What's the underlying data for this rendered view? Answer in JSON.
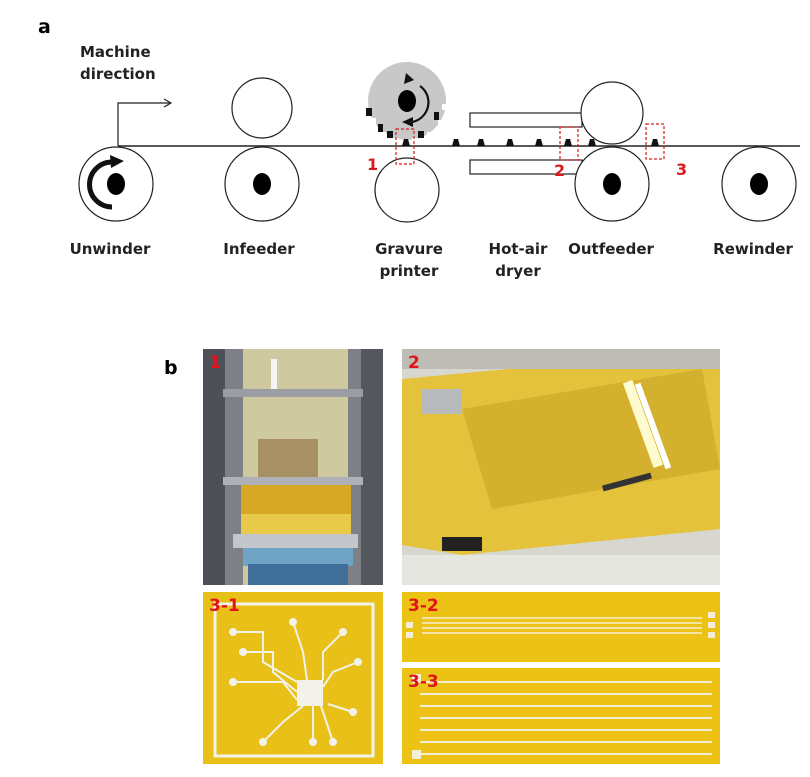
{
  "panel_a": {
    "letter": "a",
    "direction_label_line1": "Machine",
    "direction_label_line2": "direction",
    "stations": {
      "unwinder": "Unwinder",
      "infeeder": "Infeeder",
      "gravure_line1": "Gravure",
      "gravure_line2": "printer",
      "dryer_line1": "Hot-air",
      "dryer_line2": "dryer",
      "outfeeder": "Outfeeder",
      "rewinder": "Rewinder"
    },
    "markers": [
      "1",
      "2",
      "3"
    ]
  },
  "panel_b": {
    "letter": "b",
    "photos": [
      {
        "label": "1"
      },
      {
        "label": "2"
      },
      {
        "label": "3-1"
      },
      {
        "label": "3-2"
      },
      {
        "label": "3-3"
      }
    ]
  },
  "colors": {
    "marker_red": "#d61c1c",
    "film_yellow": "#e9c21a",
    "gray_roll": "#c8c8c8"
  }
}
